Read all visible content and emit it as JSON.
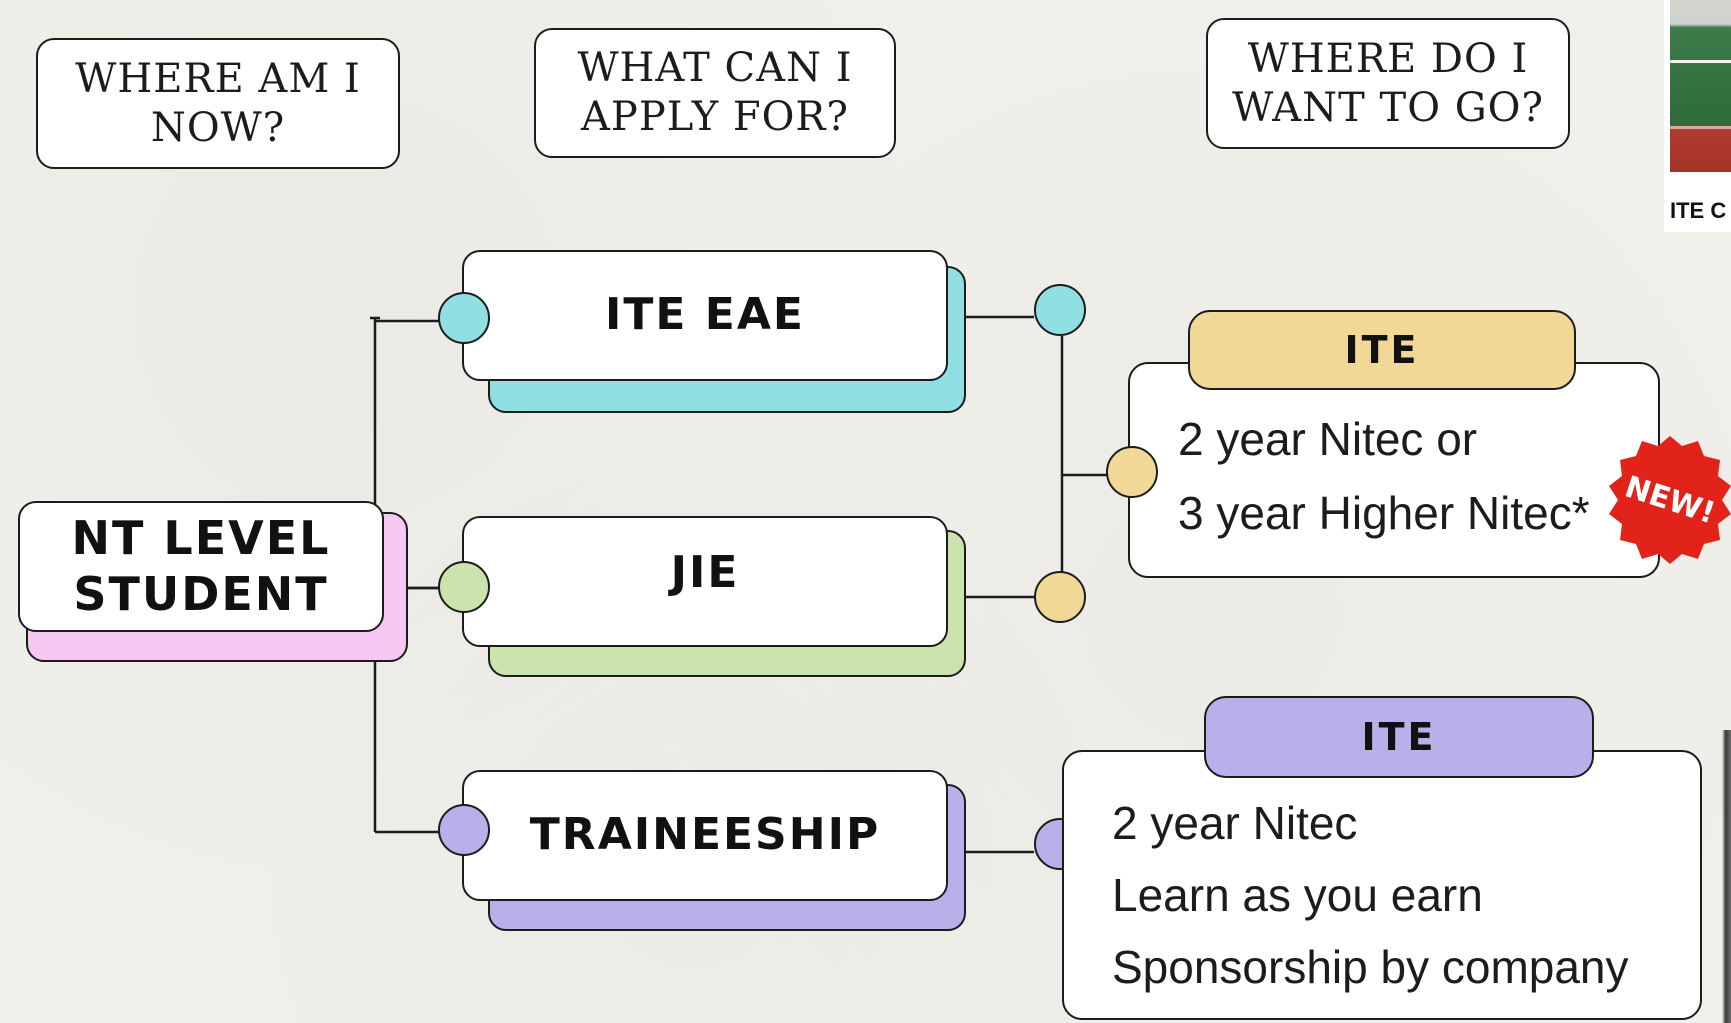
{
  "headers": [
    "WHERE AM I\nNOW?",
    "WHAT CAN I\nAPPLY FOR?",
    "WHERE DO I\nWANT TO GO?"
  ],
  "start": {
    "label": "NT LEVEL\nSTUDENT",
    "color": "#f7c8f1"
  },
  "options": [
    {
      "label": "ITE EAE",
      "color": "#8fdfe3"
    },
    {
      "label": "JIE",
      "color": "#cbe3ad"
    },
    {
      "label": "TRAINEESHIP",
      "color": "#b8b1e9"
    }
  ],
  "destinations": [
    {
      "tab": "ITE",
      "color": "#f2d896",
      "lines": [
        "2 year Nitec or",
        "3 year Higher Nitec*"
      ]
    },
    {
      "tab": "ITE",
      "color": "#b8b1e9",
      "lines": [
        "2 year Nitec",
        "Learn as you earn",
        "Sponsorship by company"
      ]
    }
  ],
  "badge": {
    "text": "NEW!",
    "color": "#e2231a"
  },
  "side_photo": {
    "caption": "ITE C"
  }
}
